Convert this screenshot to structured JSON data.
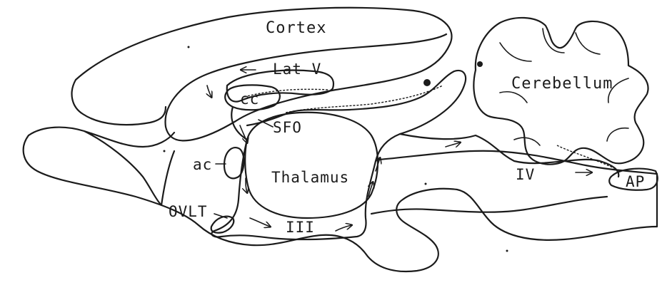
{
  "labels": {
    "cortex": "Cortex",
    "cerebellum": "Cerebellum",
    "lat_v": "Lat V",
    "cc": "cc",
    "sfo": "SFO",
    "ac": "ac",
    "thalamus": "Thalamus",
    "ovlt": "OVLT",
    "third_ventricle": "III",
    "fourth_ventricle": "IV",
    "ap": "AP"
  },
  "colors": {
    "ink": "#1b1b1b",
    "background": "#ffffff"
  }
}
